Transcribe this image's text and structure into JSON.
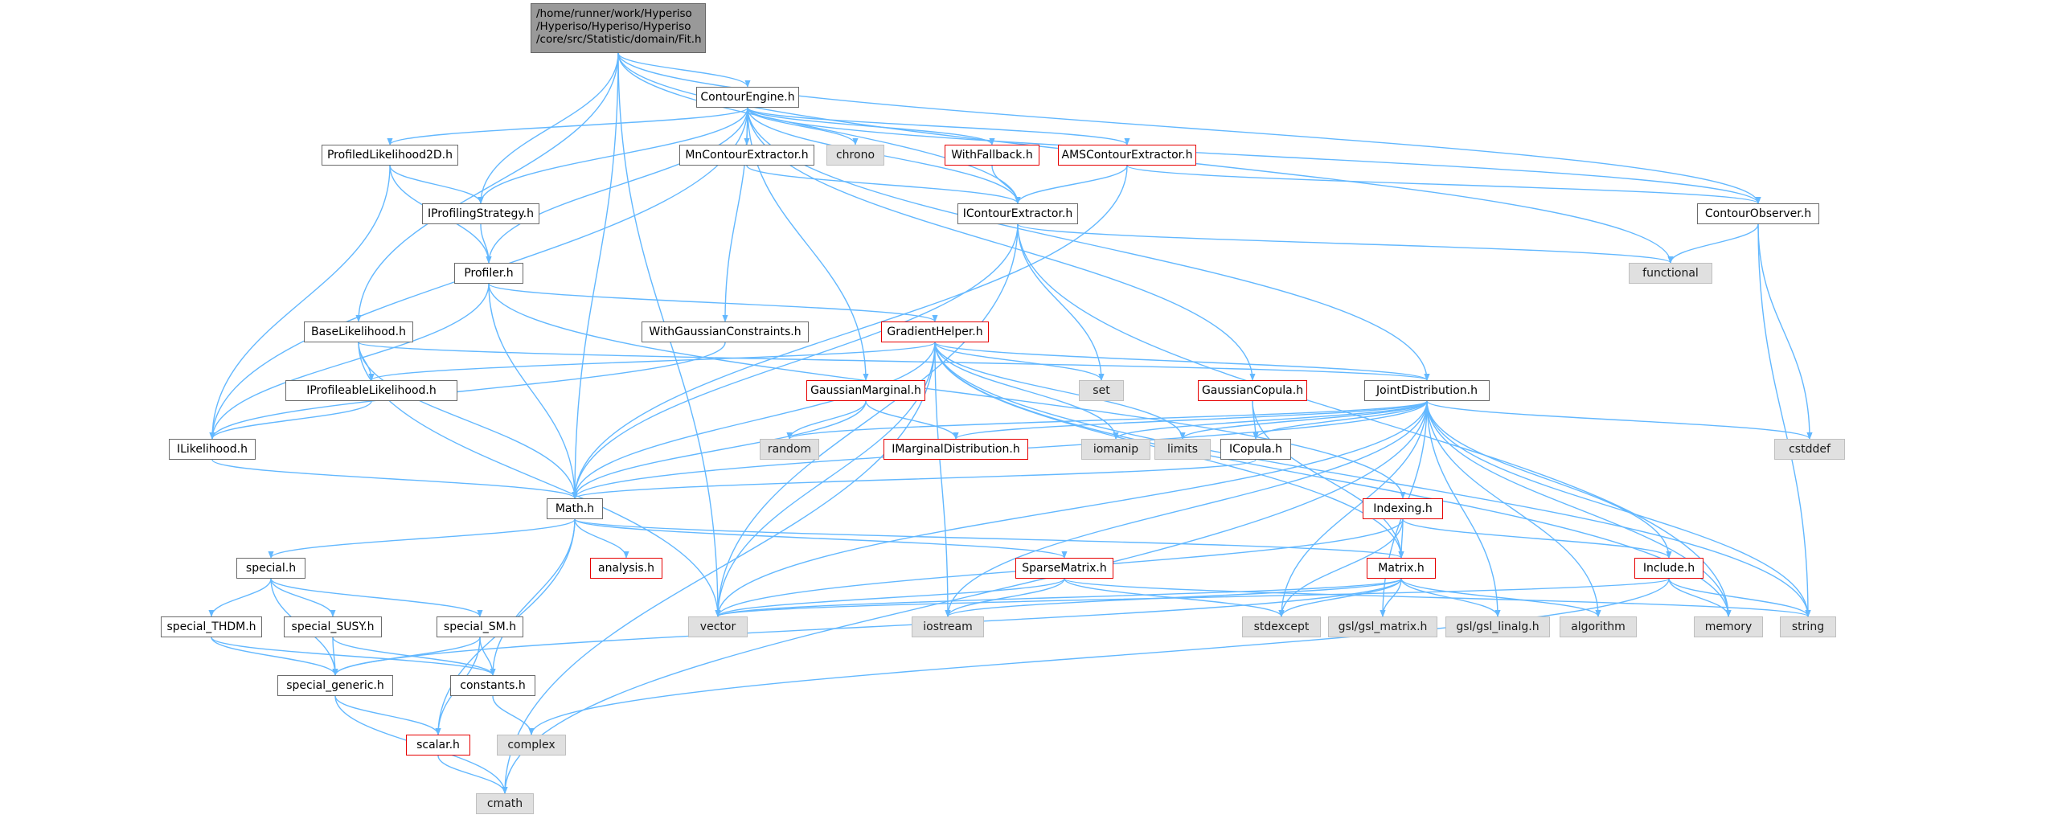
{
  "colors": {
    "edge": "#63b8ff",
    "node_border": "#6b6b6b",
    "external_fill": "#e0e0e0",
    "root_fill": "#999999",
    "incomplete_border": "#e60000"
  },
  "root": {
    "line1": "/home/runner/work/Hyperiso",
    "line2": "/Hyperiso/Hyperiso/Hyperiso",
    "line3": "/core/src/Statistic/domain/Fit.h"
  },
  "nodes": {
    "ContourEngine": "ContourEngine.h",
    "ProfiledLikelihood2D": "ProfiledLikelihood2D.h",
    "MnContourExtractor": "MnContourExtractor.h",
    "chrono": "chrono",
    "WithFallback": "WithFallback.h",
    "AMSContourExtractor": "AMSContourExtractor.h",
    "IProfilingStrategy": "IProfilingStrategy.h",
    "IContourExtractor": "IContourExtractor.h",
    "ContourObserver": "ContourObserver.h",
    "functional": "functional",
    "Profiler": "Profiler.h",
    "BaseLikelihood": "BaseLikelihood.h",
    "WithGaussianConstraints": "WithGaussianConstraints.h",
    "GradientHelper": "GradientHelper.h",
    "set": "set",
    "GaussianMarginal": "GaussianMarginal.h",
    "GaussianCopula": "GaussianCopula.h",
    "JointDistribution": "JointDistribution.h",
    "IProfileableLikelihood": "IProfileableLikelihood.h",
    "random": "random",
    "IMarginalDistribution": "IMarginalDistribution.h",
    "iomanip": "iomanip",
    "limits": "limits",
    "ICopula": "ICopula.h",
    "cstddef": "cstddef",
    "ILikelihood": "ILikelihood.h",
    "Math": "Math.h",
    "Indexing": "Indexing.h",
    "special": "special.h",
    "analysis": "analysis.h",
    "SparseMatrix": "SparseMatrix.h",
    "Matrix": "Matrix.h",
    "Include": "Include.h",
    "special_THDM": "special_THDM.h",
    "special_SUSY": "special_SUSY.h",
    "special_SM": "special_SM.h",
    "vector": "vector",
    "iostream": "iostream",
    "stdexcept": "stdexcept",
    "gsl_matrix": "gsl/gsl_matrix.h",
    "gsl_linalg": "gsl/gsl_linalg.h",
    "algorithm": "algorithm",
    "memory": "memory",
    "string": "string",
    "special_generic": "special_generic.h",
    "constants": "constants.h",
    "complex": "complex",
    "scalar": "scalar.h",
    "cmath": "cmath"
  }
}
